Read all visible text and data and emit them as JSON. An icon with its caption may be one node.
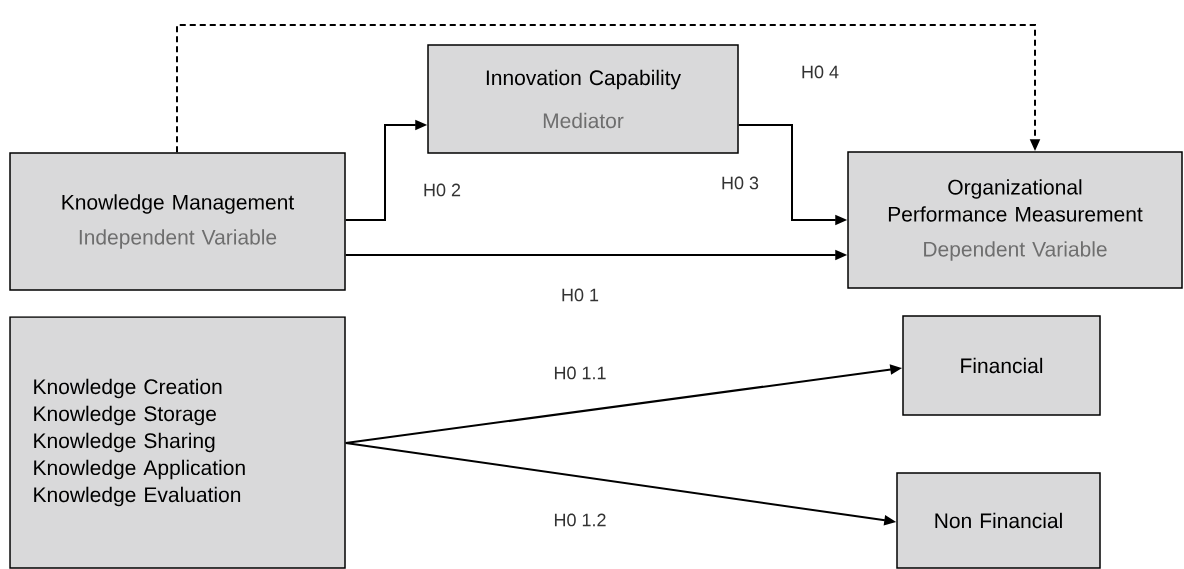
{
  "diagram": {
    "nodes": [
      {
        "text": [
          "Innovation Capability",
          "Mediator"
        ]
      },
      {
        "text": [
          "Knowledge Management",
          "Independent Variable"
        ]
      },
      {
        "text": [
          "Organizational Performance Measurement",
          "Dependent Variable"
        ]
      },
      {
        "text": [
          "Knowledge Creation",
          "Knowledge Storage",
          "Knowledge Sharing",
          "Knowledge Application",
          "Knowledge Evaluation"
        ]
      },
      {
        "text": [
          "Financial"
        ]
      },
      {
        "text": [
          "Non Financial"
        ]
      }
    ],
    "edges": [
      {
        "from": 1,
        "to": 2,
        "arrow": "to",
        "label": "H0 4",
        "style": "dashed"
      },
      {
        "from": 1,
        "to": 0,
        "arrow": "to",
        "label": "H0 2"
      },
      {
        "from": 0,
        "to": 2,
        "arrow": "to",
        "label": "H0 3"
      },
      {
        "from": 1,
        "to": 2,
        "arrow": "to",
        "label": "H0 1"
      },
      {
        "from": 3,
        "to": 4,
        "arrow": "to",
        "label": "H0 1.1"
      },
      {
        "from": 3,
        "to": 5,
        "arrow": "to",
        "label": "H0 1.2"
      }
    ]
  }
}
